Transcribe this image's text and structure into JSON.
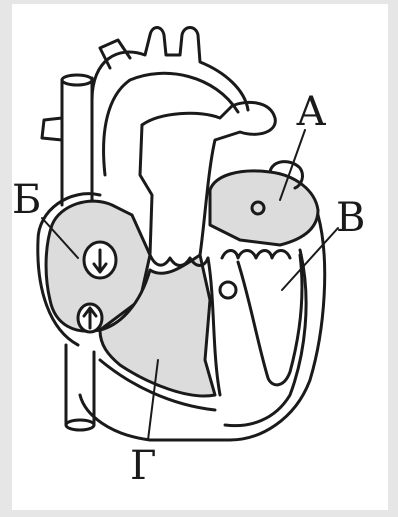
{
  "labels": {
    "a": "А",
    "b": "Б",
    "v": "В",
    "g": "Г"
  },
  "colors": {
    "background": "#e6e6e6",
    "panel": "#ffffff",
    "outline": "#1a1a1a",
    "shade": "#dcdcdc"
  }
}
